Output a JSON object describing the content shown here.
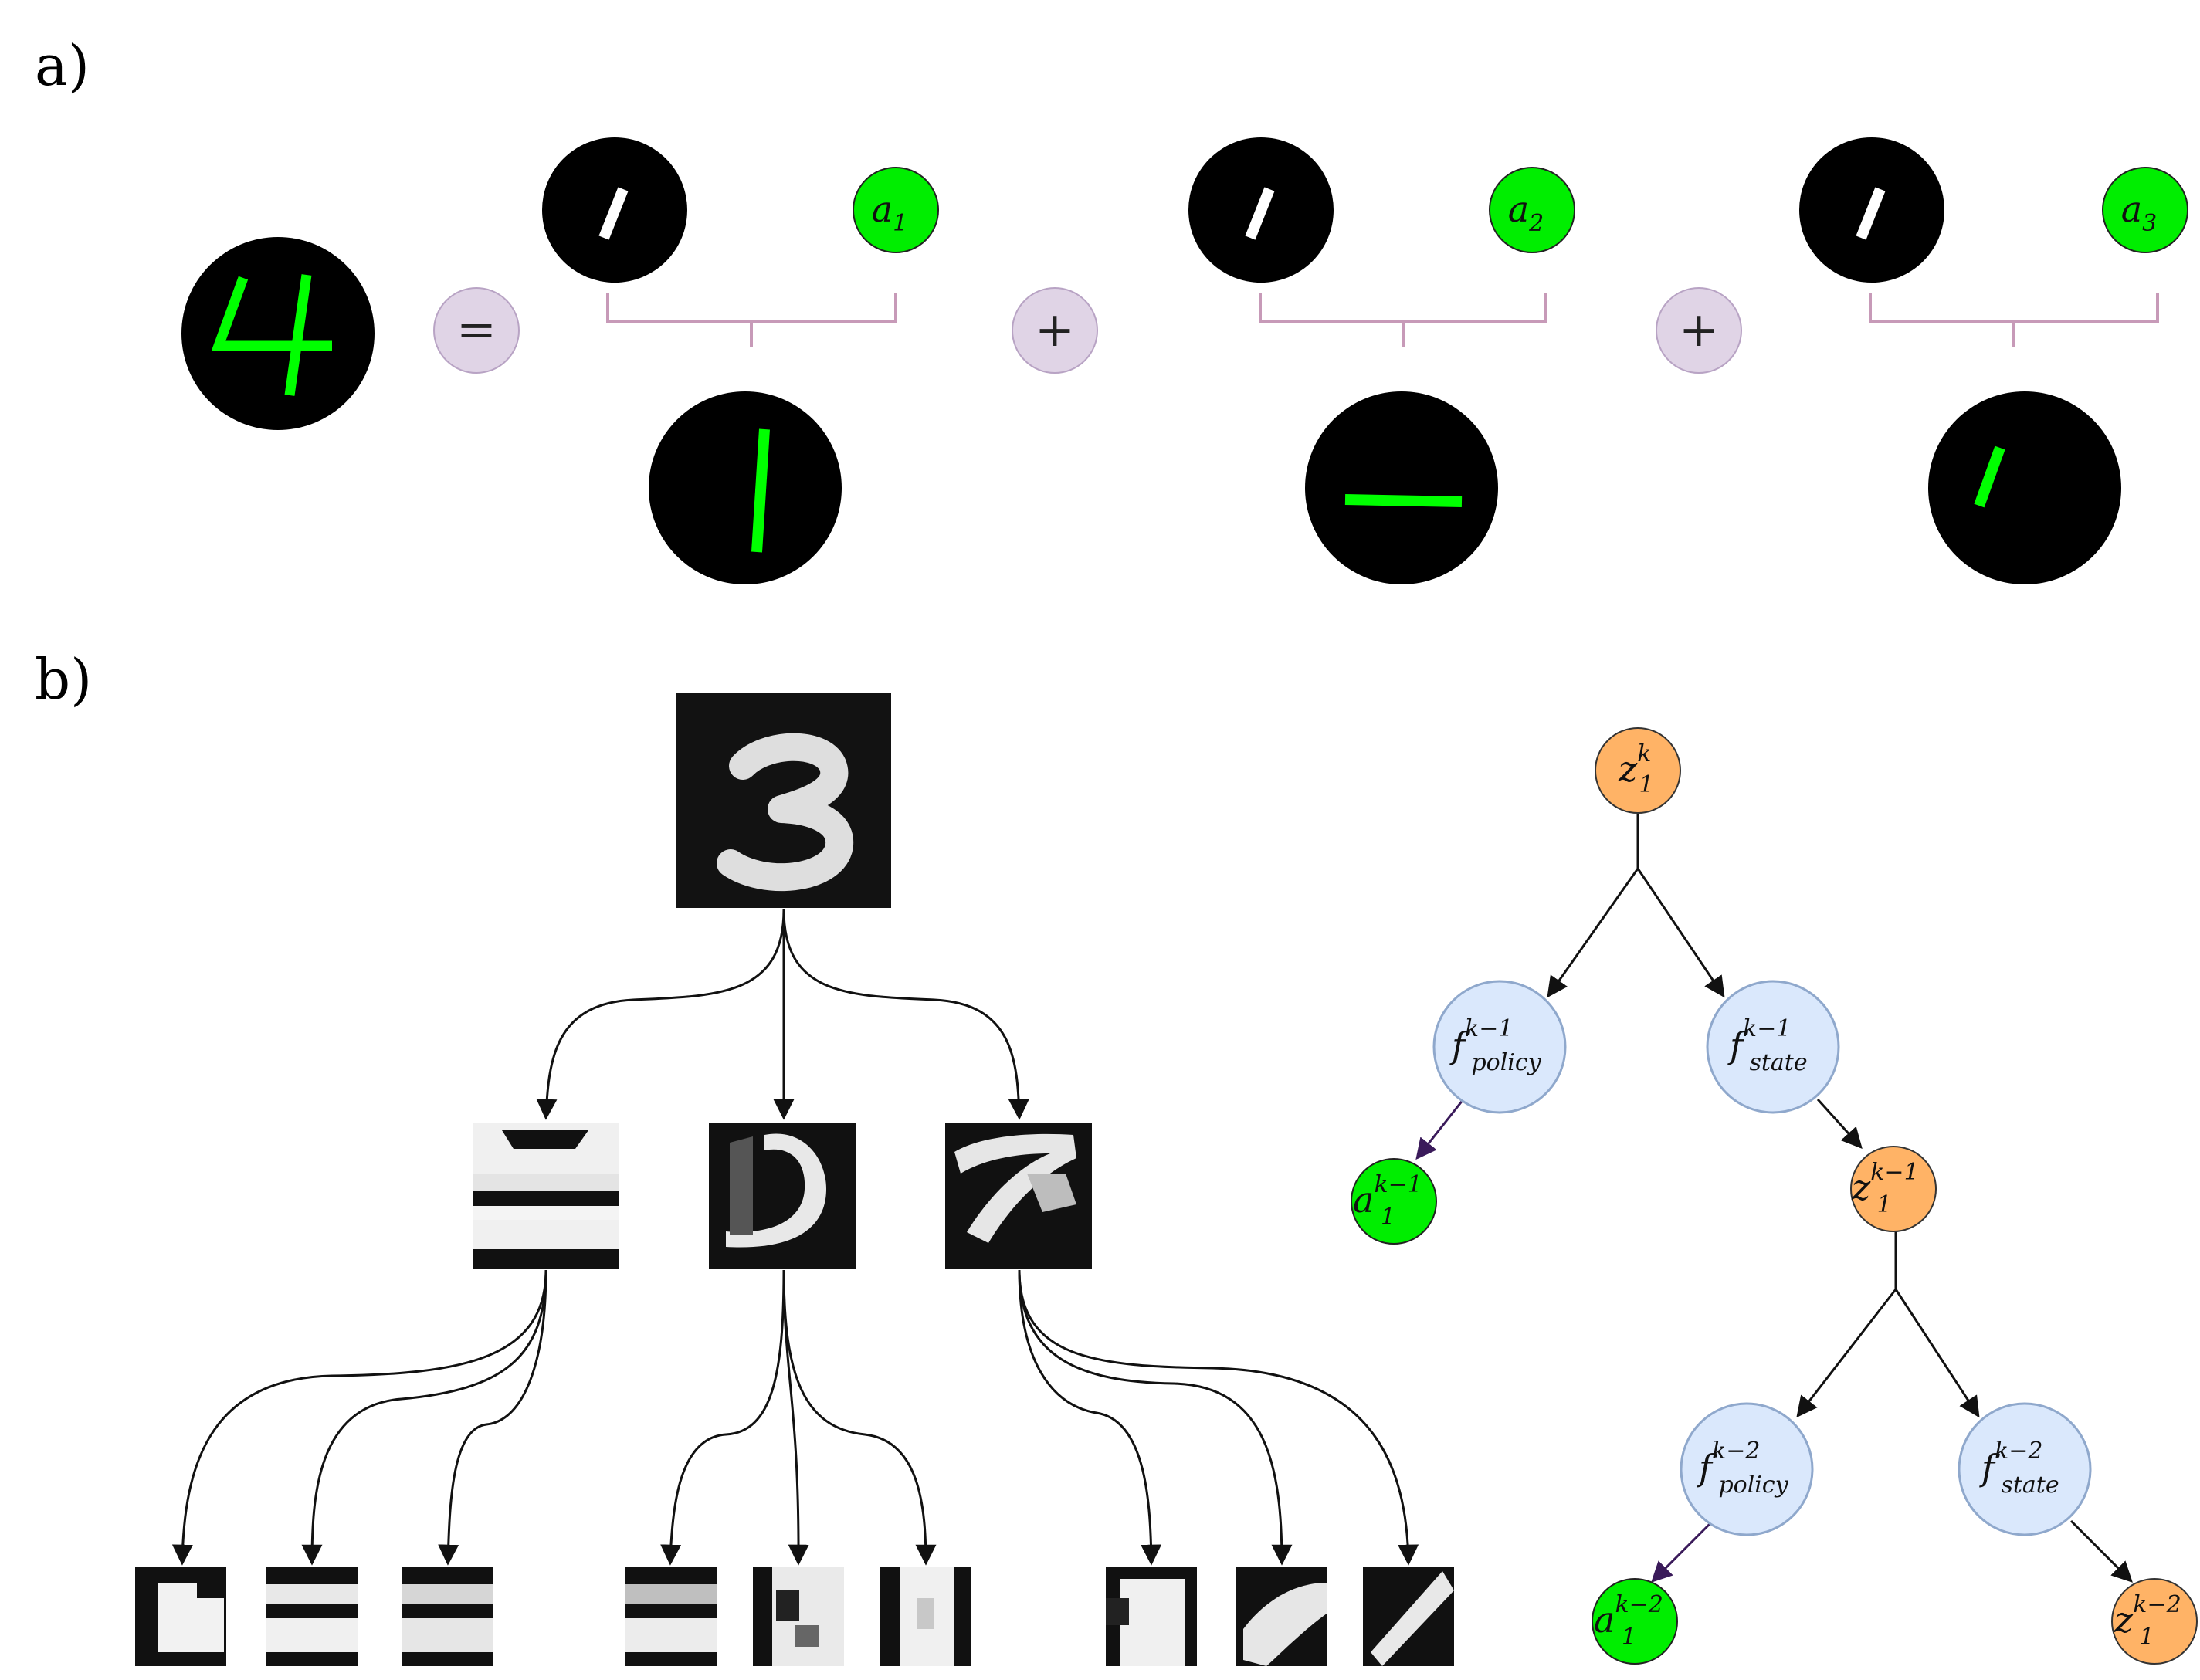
{
  "panel_a": {
    "label": "a)",
    "equals_symbol": "=",
    "plus_symbol": "+",
    "actions": [
      "a",
      "a",
      "a"
    ],
    "action_subscripts": [
      "1",
      "2",
      "3"
    ],
    "colors": {
      "circle": "#000000",
      "stroke_green": "#00ff00",
      "action_green": "#00ee00",
      "operator_fill": "#e0d4e6",
      "bracket": "#c79ab8"
    }
  },
  "panel_b": {
    "label": "b)",
    "tree": {
      "z_top": {
        "base": "z",
        "sup": "k",
        "sub": "1"
      },
      "f_policy_1": {
        "base": "f",
        "sup": "k−1",
        "sub": "policy"
      },
      "f_state_1": {
        "base": "f",
        "sup": "k−1",
        "sub": "state"
      },
      "a_1": {
        "base": "a",
        "sup": "k−1",
        "sub": "1"
      },
      "z_mid": {
        "base": "z",
        "sup": "k−1",
        "sub": "1"
      },
      "f_policy_2": {
        "base": "f",
        "sup": "k−2",
        "sub": "policy"
      },
      "f_state_2": {
        "base": "f",
        "sup": "k−2",
        "sub": "state"
      },
      "a_2": {
        "base": "a",
        "sup": "k−2",
        "sub": "1"
      },
      "z_bottom": {
        "base": "z",
        "sup": "k−2",
        "sub": "1"
      }
    },
    "colors": {
      "z_fill": "#ffb366",
      "f_fill": "#dae8fc",
      "f_stroke": "#8fa8cc",
      "a_fill": "#00ee00"
    }
  }
}
